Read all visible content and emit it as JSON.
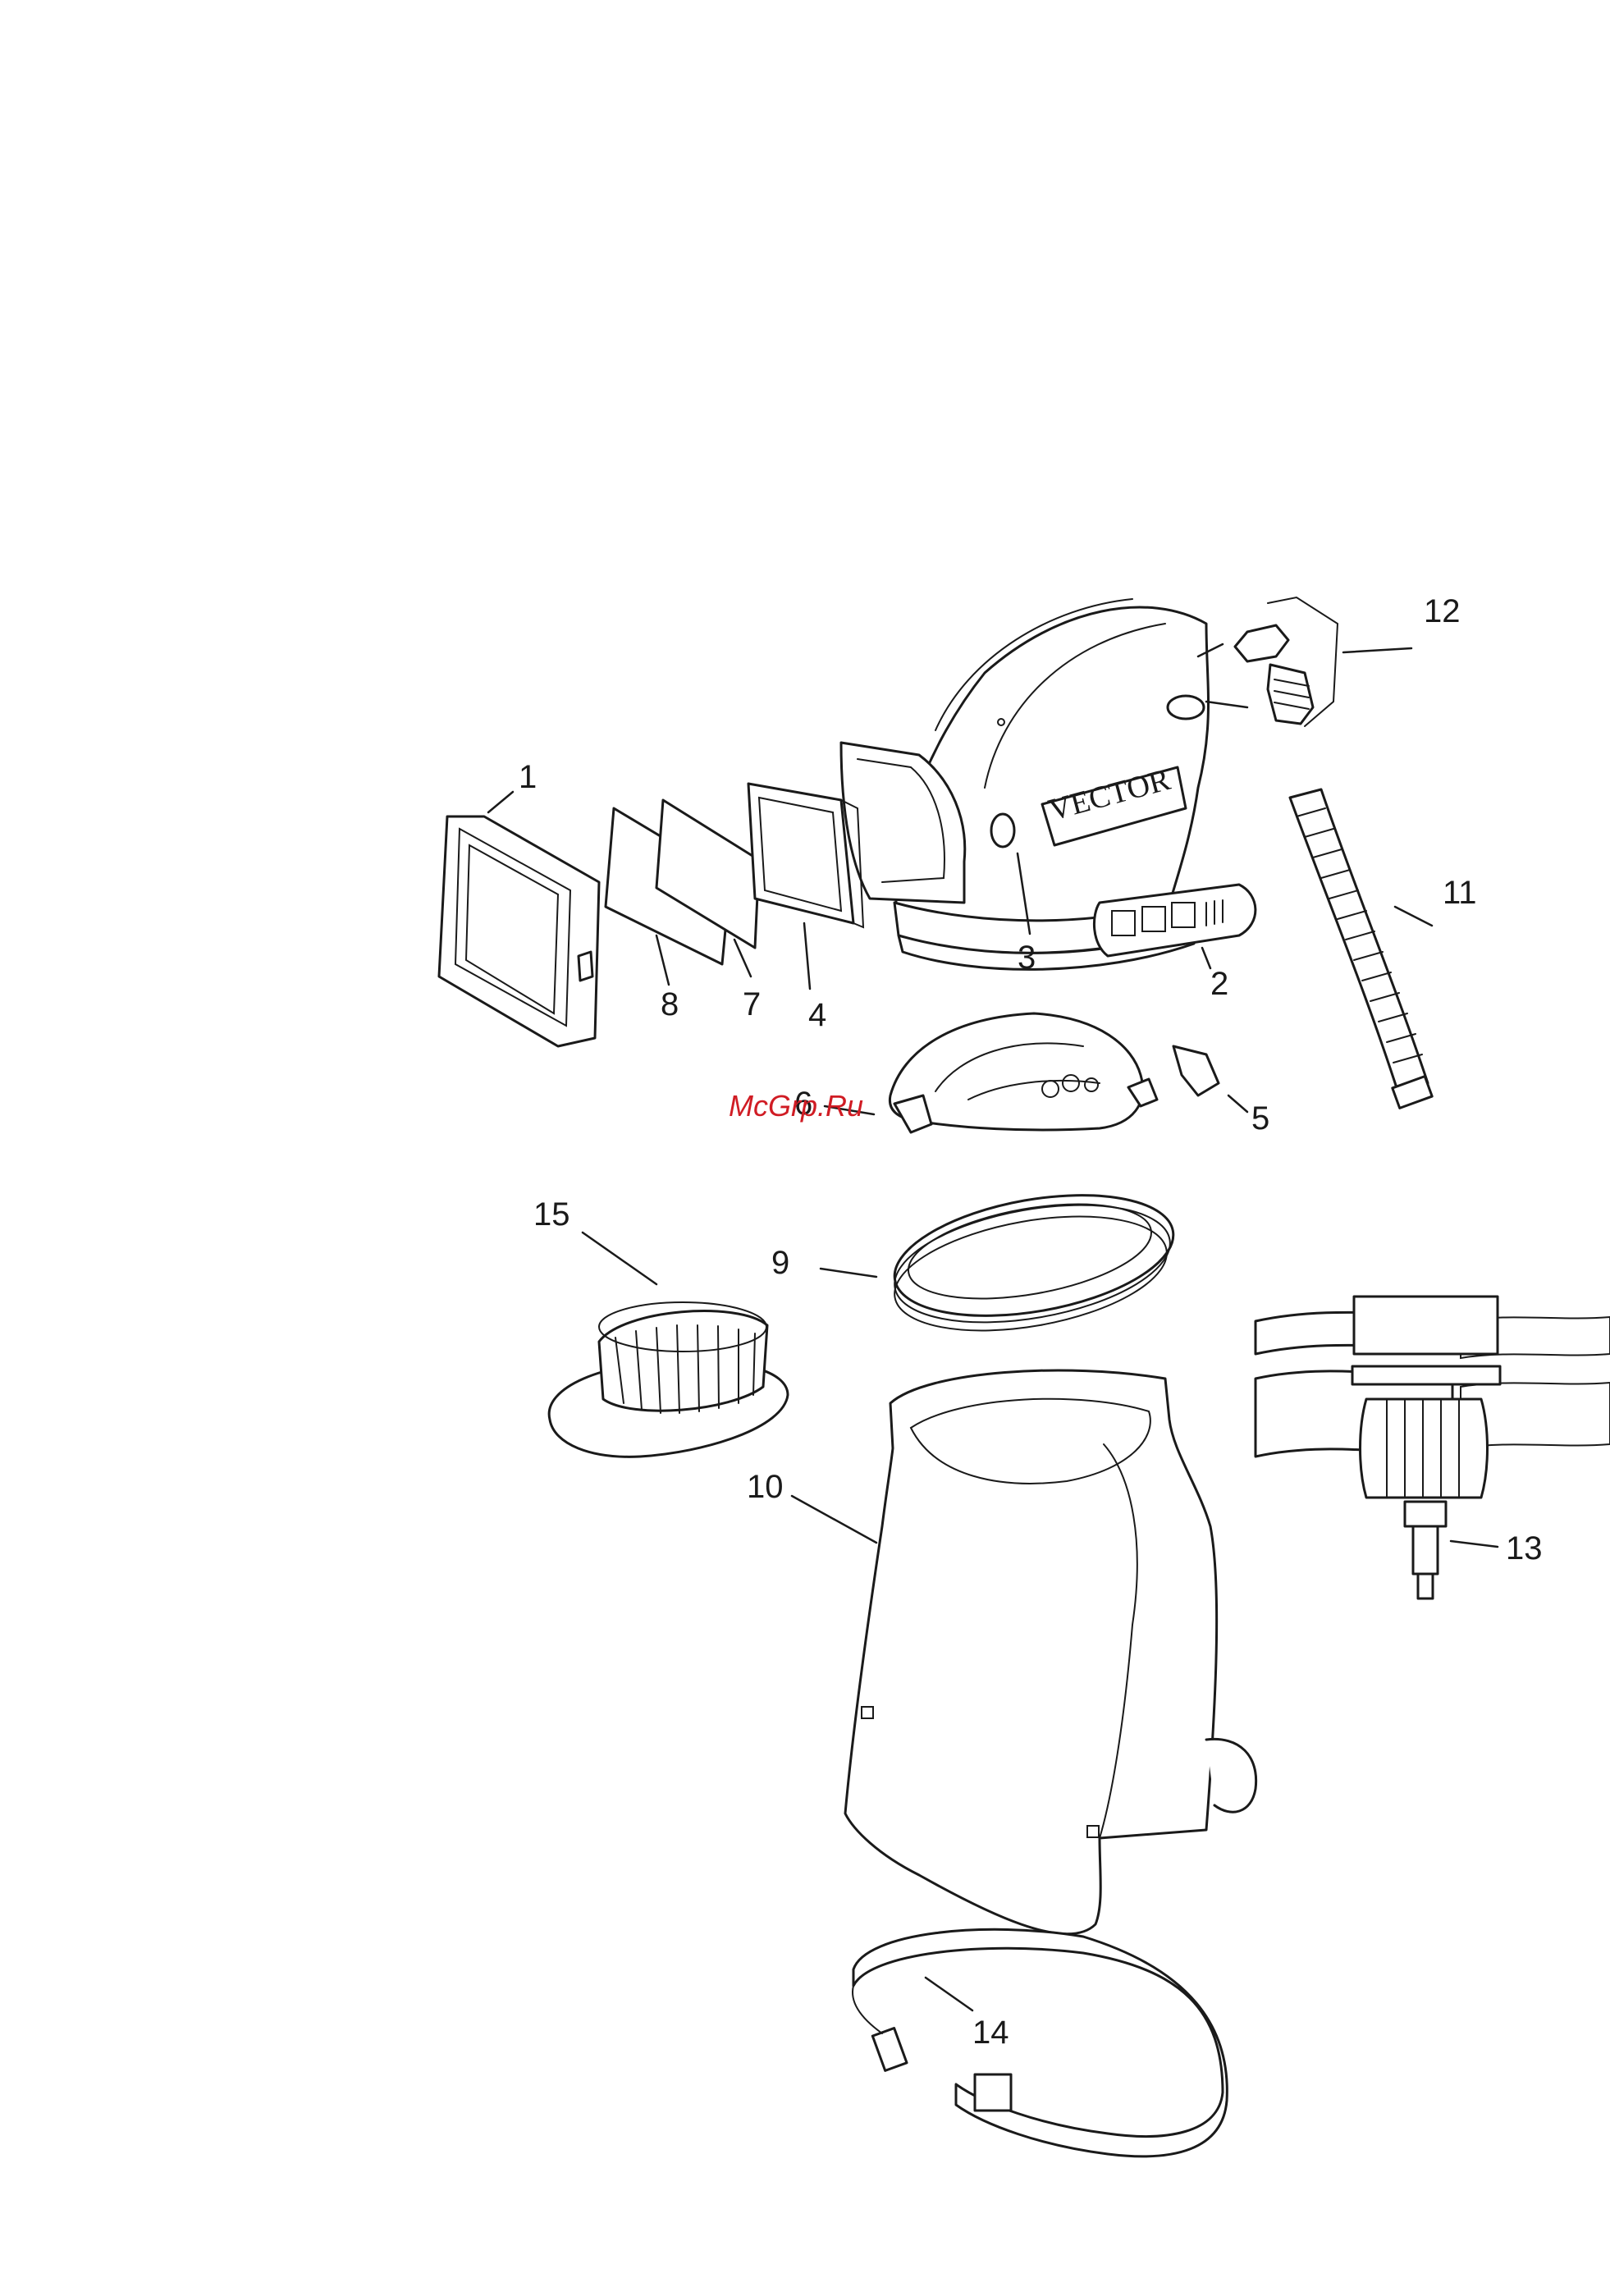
{
  "watermark": "McGrp.Ru",
  "helmet_brand": "VECTOR",
  "callouts": [
    {
      "id": "1",
      "part": "outer-lens-frame"
    },
    {
      "id": "2",
      "part": "side-pad"
    },
    {
      "id": "3",
      "part": "window-latch"
    },
    {
      "id": "4",
      "part": "window-gasket-frame"
    },
    {
      "id": "5",
      "part": "headband-clip"
    },
    {
      "id": "6",
      "part": "headband-suspension"
    },
    {
      "id": "7",
      "part": "inner-lens"
    },
    {
      "id": "8",
      "part": "outer-lens"
    },
    {
      "id": "9",
      "part": "neck-ring"
    },
    {
      "id": "10",
      "part": "cape"
    },
    {
      "id": "11",
      "part": "breathing-tube"
    },
    {
      "id": "12",
      "part": "tube-fittings"
    },
    {
      "id": "13",
      "part": "belt-valve"
    },
    {
      "id": "14",
      "part": "waist-belt"
    },
    {
      "id": "15",
      "part": "inner-collar"
    }
  ]
}
